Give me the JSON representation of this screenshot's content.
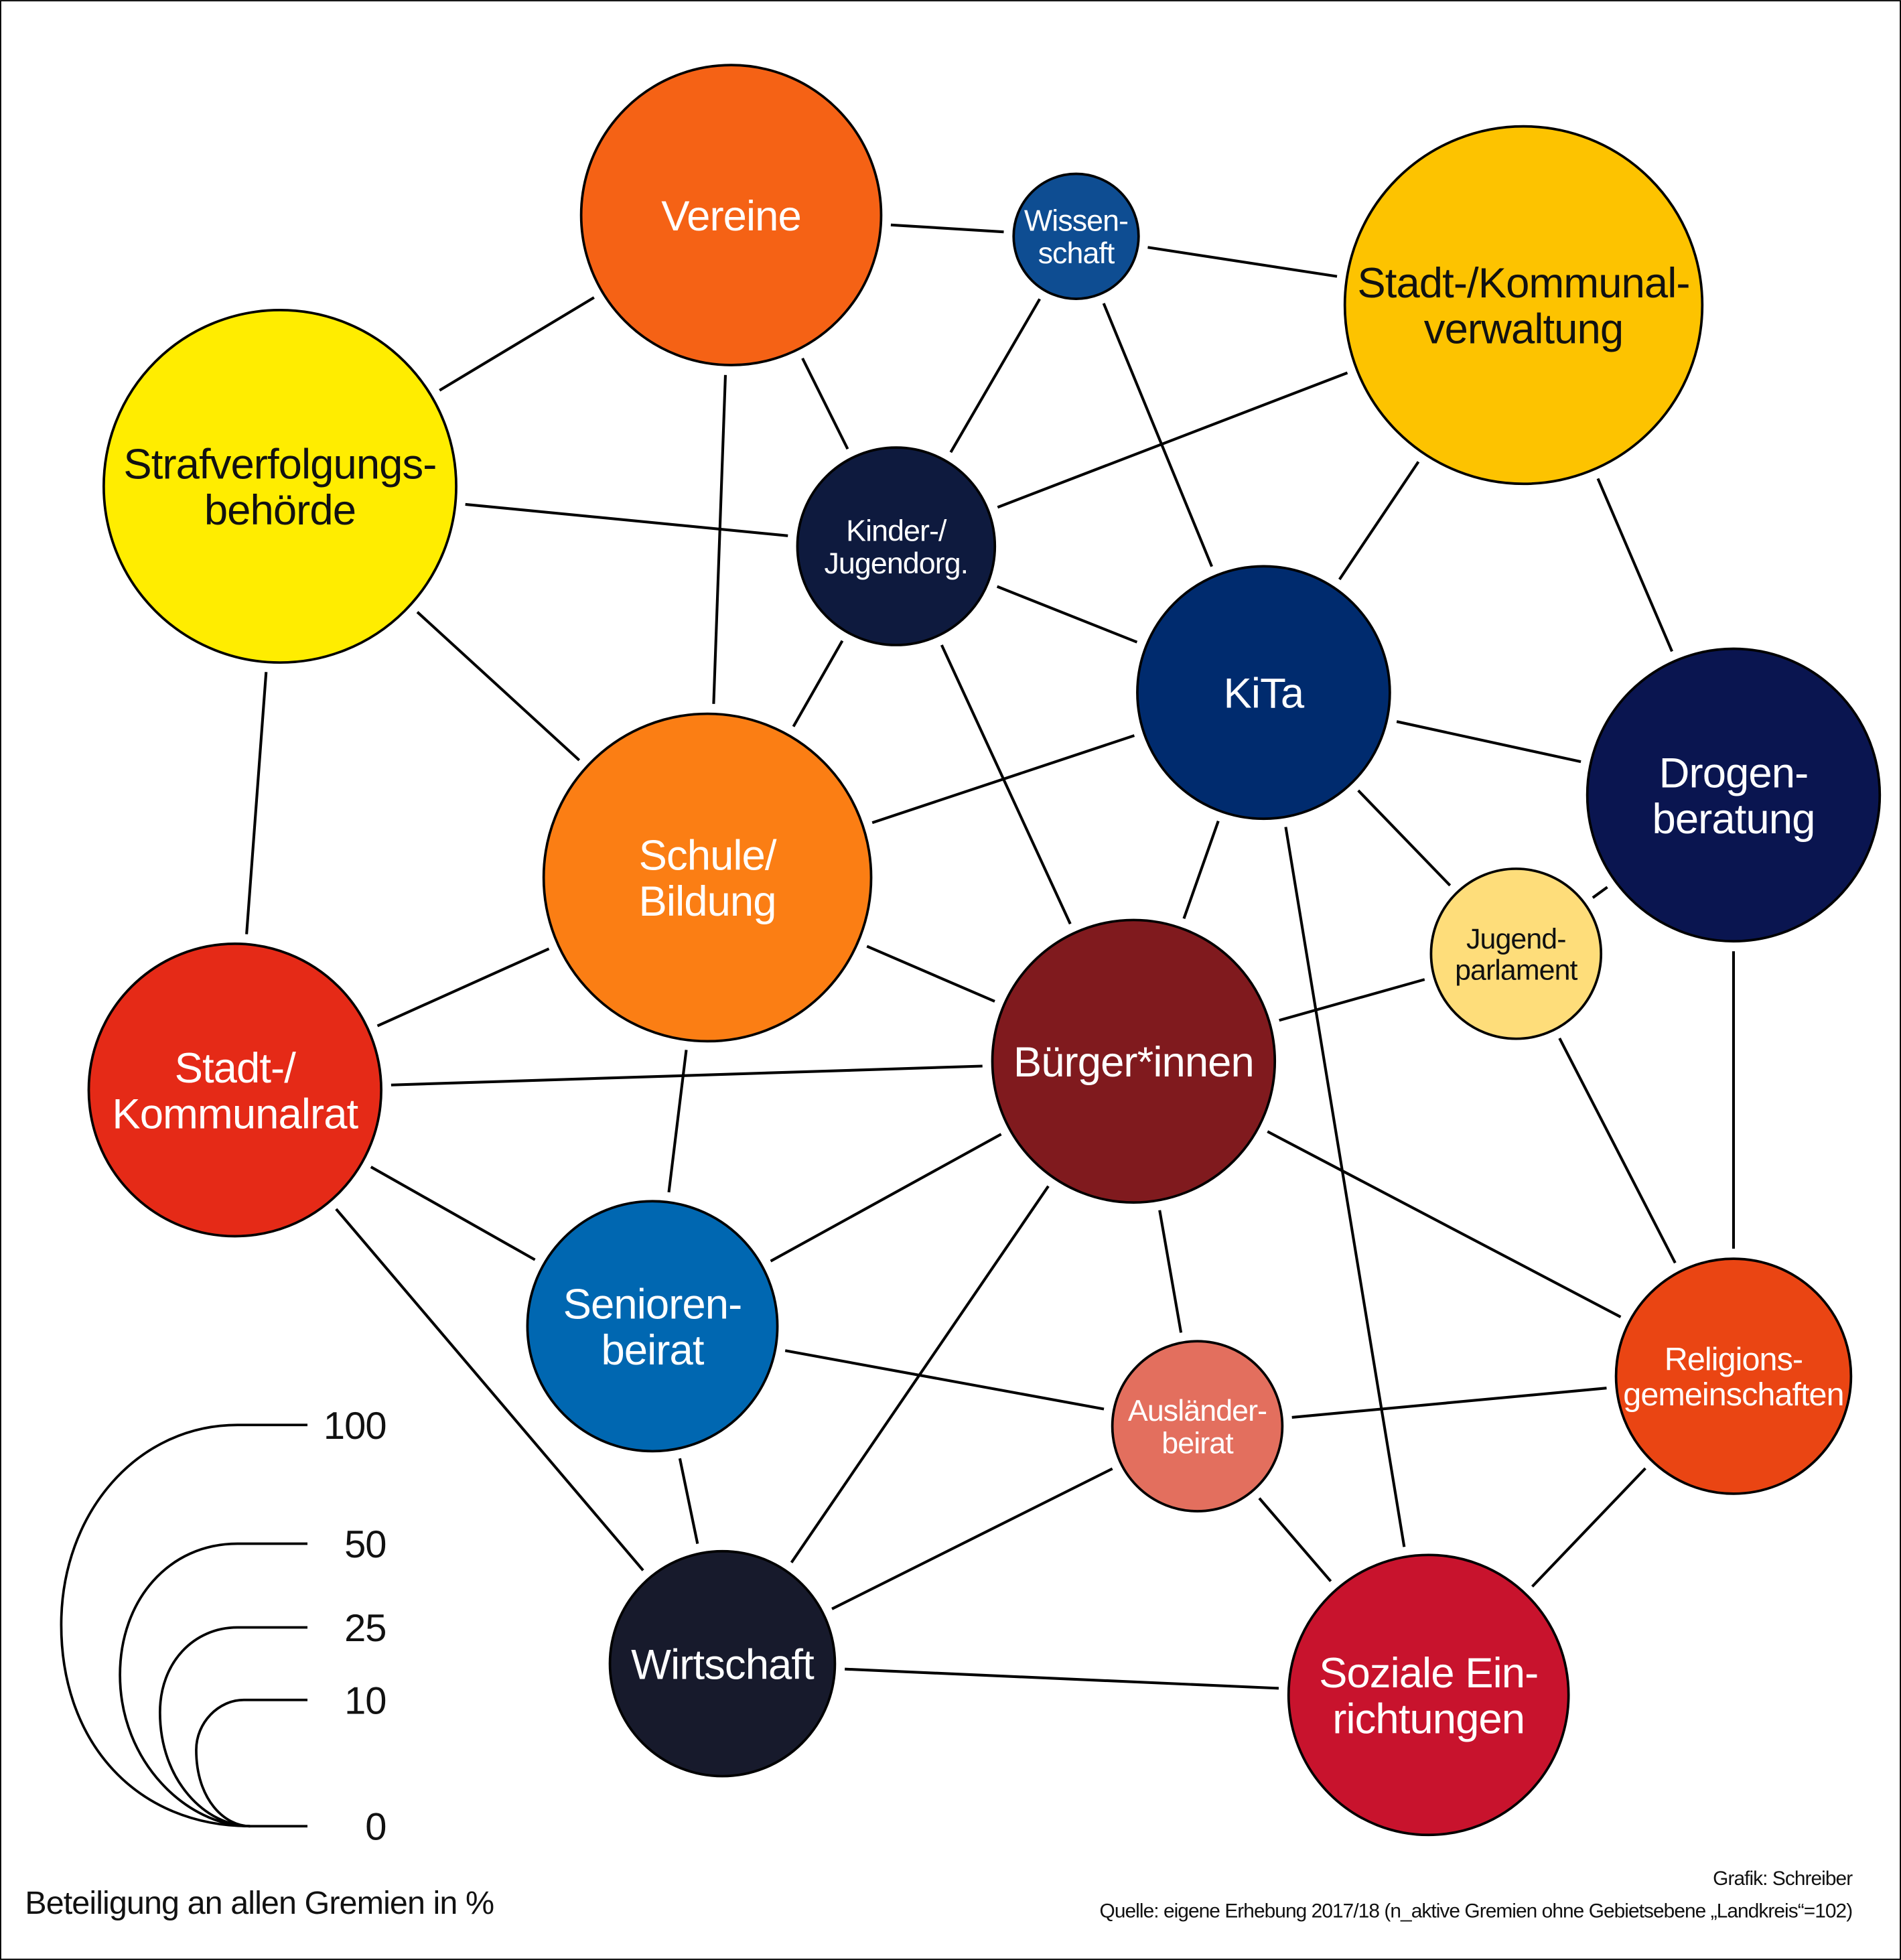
{
  "nodes": [
    {
      "id": "vereine",
      "lines": [
        "Vereine"
      ],
      "color": "#F56215",
      "text_color": "#FFFFFF"
    },
    {
      "id": "wissenschaft",
      "lines": [
        "Wissen-",
        "schaft"
      ],
      "color": "#0E4D92",
      "text_color": "#FFFFFF"
    },
    {
      "id": "verwaltung",
      "lines": [
        "Stadt-/Kommunal-",
        "verwaltung"
      ],
      "color": "#FDC300",
      "text_color": "#111111"
    },
    {
      "id": "straf",
      "lines": [
        "Strafverfolgungs-",
        "behörde"
      ],
      "color": "#FFED00",
      "text_color": "#111111"
    },
    {
      "id": "kinder",
      "lines": [
        "Kinder-/",
        "Jugendorg."
      ],
      "color": "#0E1A3E",
      "text_color": "#FFFFFF"
    },
    {
      "id": "kita",
      "lines": [
        "KiTa"
      ],
      "color": "#002B6E",
      "text_color": "#FFFFFF"
    },
    {
      "id": "drogen",
      "lines": [
        "Drogen-",
        "beratung"
      ],
      "color": "#0A1550",
      "text_color": "#FFFFFF"
    },
    {
      "id": "schule",
      "lines": [
        "Schule/",
        "Bildung"
      ],
      "color": "#FB7E14",
      "text_color": "#FFFFFF"
    },
    {
      "id": "jugendparl",
      "lines": [
        "Jugend-",
        "parlament"
      ],
      "color": "#FEDD7A",
      "text_color": "#111111"
    },
    {
      "id": "rat",
      "lines": [
        "Stadt-/",
        "Kommunalrat"
      ],
      "color": "#E52A17",
      "text_color": "#FFFFFF"
    },
    {
      "id": "buerger",
      "lines": [
        "Bürger*innen"
      ],
      "color": "#801A1E",
      "text_color": "#FFFFFF"
    },
    {
      "id": "senioren",
      "lines": [
        "Senioren-",
        "beirat"
      ],
      "color": "#0067B1",
      "text_color": "#FFFFFF"
    },
    {
      "id": "auslaender",
      "lines": [
        "Ausländer-",
        "beirat"
      ],
      "color": "#E36F5E",
      "text_color": "#FFFFFF"
    },
    {
      "id": "religion",
      "lines": [
        "Religions-",
        "gemeinschaften"
      ],
      "color": "#EA4513",
      "text_color": "#FFFFFF"
    },
    {
      "id": "wirtschaft",
      "lines": [
        "Wirtschaft"
      ],
      "color": "#171A2C",
      "text_color": "#FFFFFF"
    },
    {
      "id": "soziale",
      "lines": [
        "Soziale Ein-",
        "richtungen"
      ],
      "color": "#C8132D",
      "text_color": "#FFFFFF"
    }
  ],
  "edges": [
    [
      "vereine",
      "wissenschaft"
    ],
    [
      "vereine",
      "straf"
    ],
    [
      "vereine",
      "kinder"
    ],
    [
      "vereine",
      "schule"
    ],
    [
      "wissenschaft",
      "verwaltung"
    ],
    [
      "wissenschaft",
      "kinder"
    ],
    [
      "wissenschaft",
      "kita"
    ],
    [
      "verwaltung",
      "kinder"
    ],
    [
      "verwaltung",
      "kita"
    ],
    [
      "verwaltung",
      "drogen"
    ],
    [
      "straf",
      "kinder"
    ],
    [
      "straf",
      "schule"
    ],
    [
      "straf",
      "rat"
    ],
    [
      "kinder",
      "kita"
    ],
    [
      "kinder",
      "schule"
    ],
    [
      "kinder",
      "buerger"
    ],
    [
      "kita",
      "schule"
    ],
    [
      "kita",
      "drogen"
    ],
    [
      "kita",
      "jugendparl"
    ],
    [
      "kita",
      "buerger"
    ],
    [
      "kita",
      "soziale"
    ],
    [
      "drogen",
      "jugendparl"
    ],
    [
      "drogen",
      "religion"
    ],
    [
      "schule",
      "rat"
    ],
    [
      "schule",
      "buerger"
    ],
    [
      "schule",
      "senioren"
    ],
    [
      "jugendparl",
      "buerger"
    ],
    [
      "jugendparl",
      "religion"
    ],
    [
      "rat",
      "buerger"
    ],
    [
      "rat",
      "senioren"
    ],
    [
      "rat",
      "wirtschaft"
    ],
    [
      "buerger",
      "senioren"
    ],
    [
      "buerger",
      "wirtschaft"
    ],
    [
      "buerger",
      "auslaender"
    ],
    [
      "buerger",
      "religion"
    ],
    [
      "senioren",
      "auslaender"
    ],
    [
      "senioren",
      "wirtschaft"
    ],
    [
      "auslaender",
      "religion"
    ],
    [
      "auslaender",
      "wirtschaft"
    ],
    [
      "auslaender",
      "soziale"
    ],
    [
      "religion",
      "soziale"
    ],
    [
      "wirtschaft",
      "soziale"
    ]
  ],
  "legend": {
    "title": "Beteiligung an allen Gremien in %",
    "scale": [
      100,
      50,
      25,
      10,
      0
    ],
    "labels": [
      "100",
      "50",
      "25",
      "10",
      "0"
    ]
  },
  "footer": {
    "credit": "Grafik: Schreiber",
    "source": "Quelle: eigene Erhebung 2017/18 (n_aktive Gremien ohne Gebietsebene „Landkreis“=102)"
  }
}
